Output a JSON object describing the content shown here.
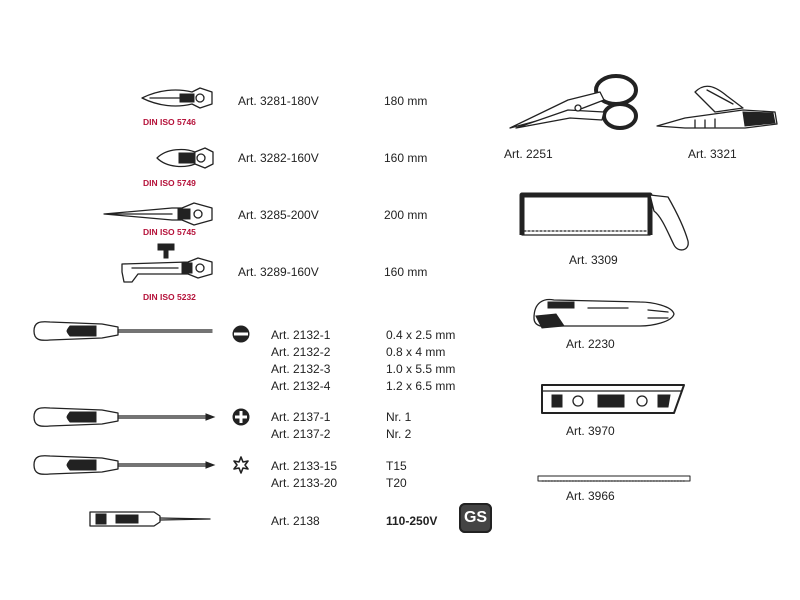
{
  "pliers": [
    {
      "article": "Art. 3281-180V",
      "size": "180 mm",
      "norm": "DIN ISO 5746",
      "icon": "combination-pliers-icon"
    },
    {
      "article": "Art. 3282-160V",
      "size": "160 mm",
      "norm": "DIN ISO 5749",
      "icon": "side-cutter-icon"
    },
    {
      "article": "Art. 3285-200V",
      "size": "200 mm",
      "norm": "DIN ISO 5745",
      "icon": "long-nose-pliers-icon"
    },
    {
      "article": "Art. 3289-160V",
      "size": "160 mm",
      "norm": "DIN ISO 5232",
      "icon": "wire-stripper-icon"
    }
  ],
  "slotted": {
    "icon": "slotted-tip-icon",
    "items": [
      {
        "article": "Art. 2132-1",
        "size": "0.4 x 2.5 mm"
      },
      {
        "article": "Art. 2132-2",
        "size": "0.8 x 4 mm"
      },
      {
        "article": "Art. 2132-3",
        "size": "1.0 x 5.5 mm"
      },
      {
        "article": "Art. 2132-4",
        "size": "1.2 x 6.5 mm"
      }
    ]
  },
  "phillips": {
    "icon": "phillips-tip-icon",
    "items": [
      {
        "article": "Art. 2137-1",
        "size": "Nr. 1"
      },
      {
        "article": "Art. 2137-2",
        "size": "Nr. 2"
      }
    ]
  },
  "torx": {
    "icon": "torx-tip-icon",
    "items": [
      {
        "article": "Art. 2133-15",
        "size": "T15"
      },
      {
        "article": "Art. 2133-20",
        "size": "T20"
      }
    ]
  },
  "tester": {
    "article": "Art. 2138",
    "size": "110-250V",
    "badge": "GS",
    "icon": "voltage-tester-icon"
  },
  "right_tools": [
    {
      "label": "Art. 2251",
      "icon": "cable-scissors-icon"
    },
    {
      "label": "Art. 3321",
      "icon": "cable-knife-icon"
    },
    {
      "label": "Art. 3309",
      "icon": "hacksaw-icon"
    },
    {
      "label": "Art. 2230",
      "icon": "cable-stripper-icon"
    },
    {
      "label": "Art. 3970",
      "icon": "spirit-level-icon"
    },
    {
      "label": "Art. 3966",
      "icon": "saw-blade-icon"
    }
  ],
  "colors": {
    "norm_red": "#b5123a",
    "ink": "#222222"
  }
}
